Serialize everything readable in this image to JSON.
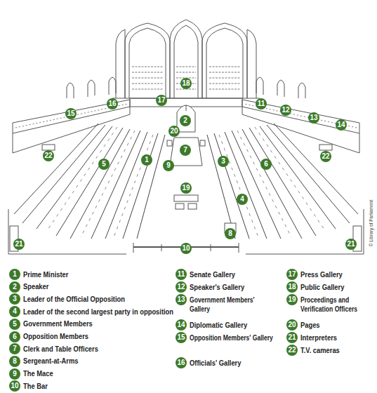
{
  "diagram": {
    "labels": [
      "18",
      "17",
      "16",
      "11",
      "12",
      "15",
      "13",
      "2",
      "14",
      "20",
      "7",
      "22",
      "22",
      "1",
      "3",
      "5",
      "6",
      "9",
      "19",
      "4",
      "8",
      "21",
      "21",
      "10",
      "1",
      "Prime Minister",
      "2",
      "Speaker",
      "3",
      "Leader of the Official Opposition",
      "4",
      "Leader of the second largest party in opposition",
      "5",
      "Government Members",
      "6",
      "Opposition Members",
      "7",
      "Clerk and Table Officers",
      "8",
      "Sergeant-at-Arms",
      "9",
      "The Mace",
      "10",
      "The Bar",
      "11",
      "Senate Gallery",
      "12",
      "Speaker's Gallery",
      "13",
      "Government Members' Gallery",
      "14",
      "Diplomatic Gallery",
      "15",
      "Opposition Members' Gallery",
      "16",
      "Officials' Gallery",
      "17",
      "Press Gallery",
      "18",
      "Public Gallery",
      "19",
      "Proceedings and Verification Officers",
      "20",
      "Pages",
      "21",
      "Interpreters",
      "22",
      "T.V. cameras",
      "© Library of Parliament"
    ]
  }
}
